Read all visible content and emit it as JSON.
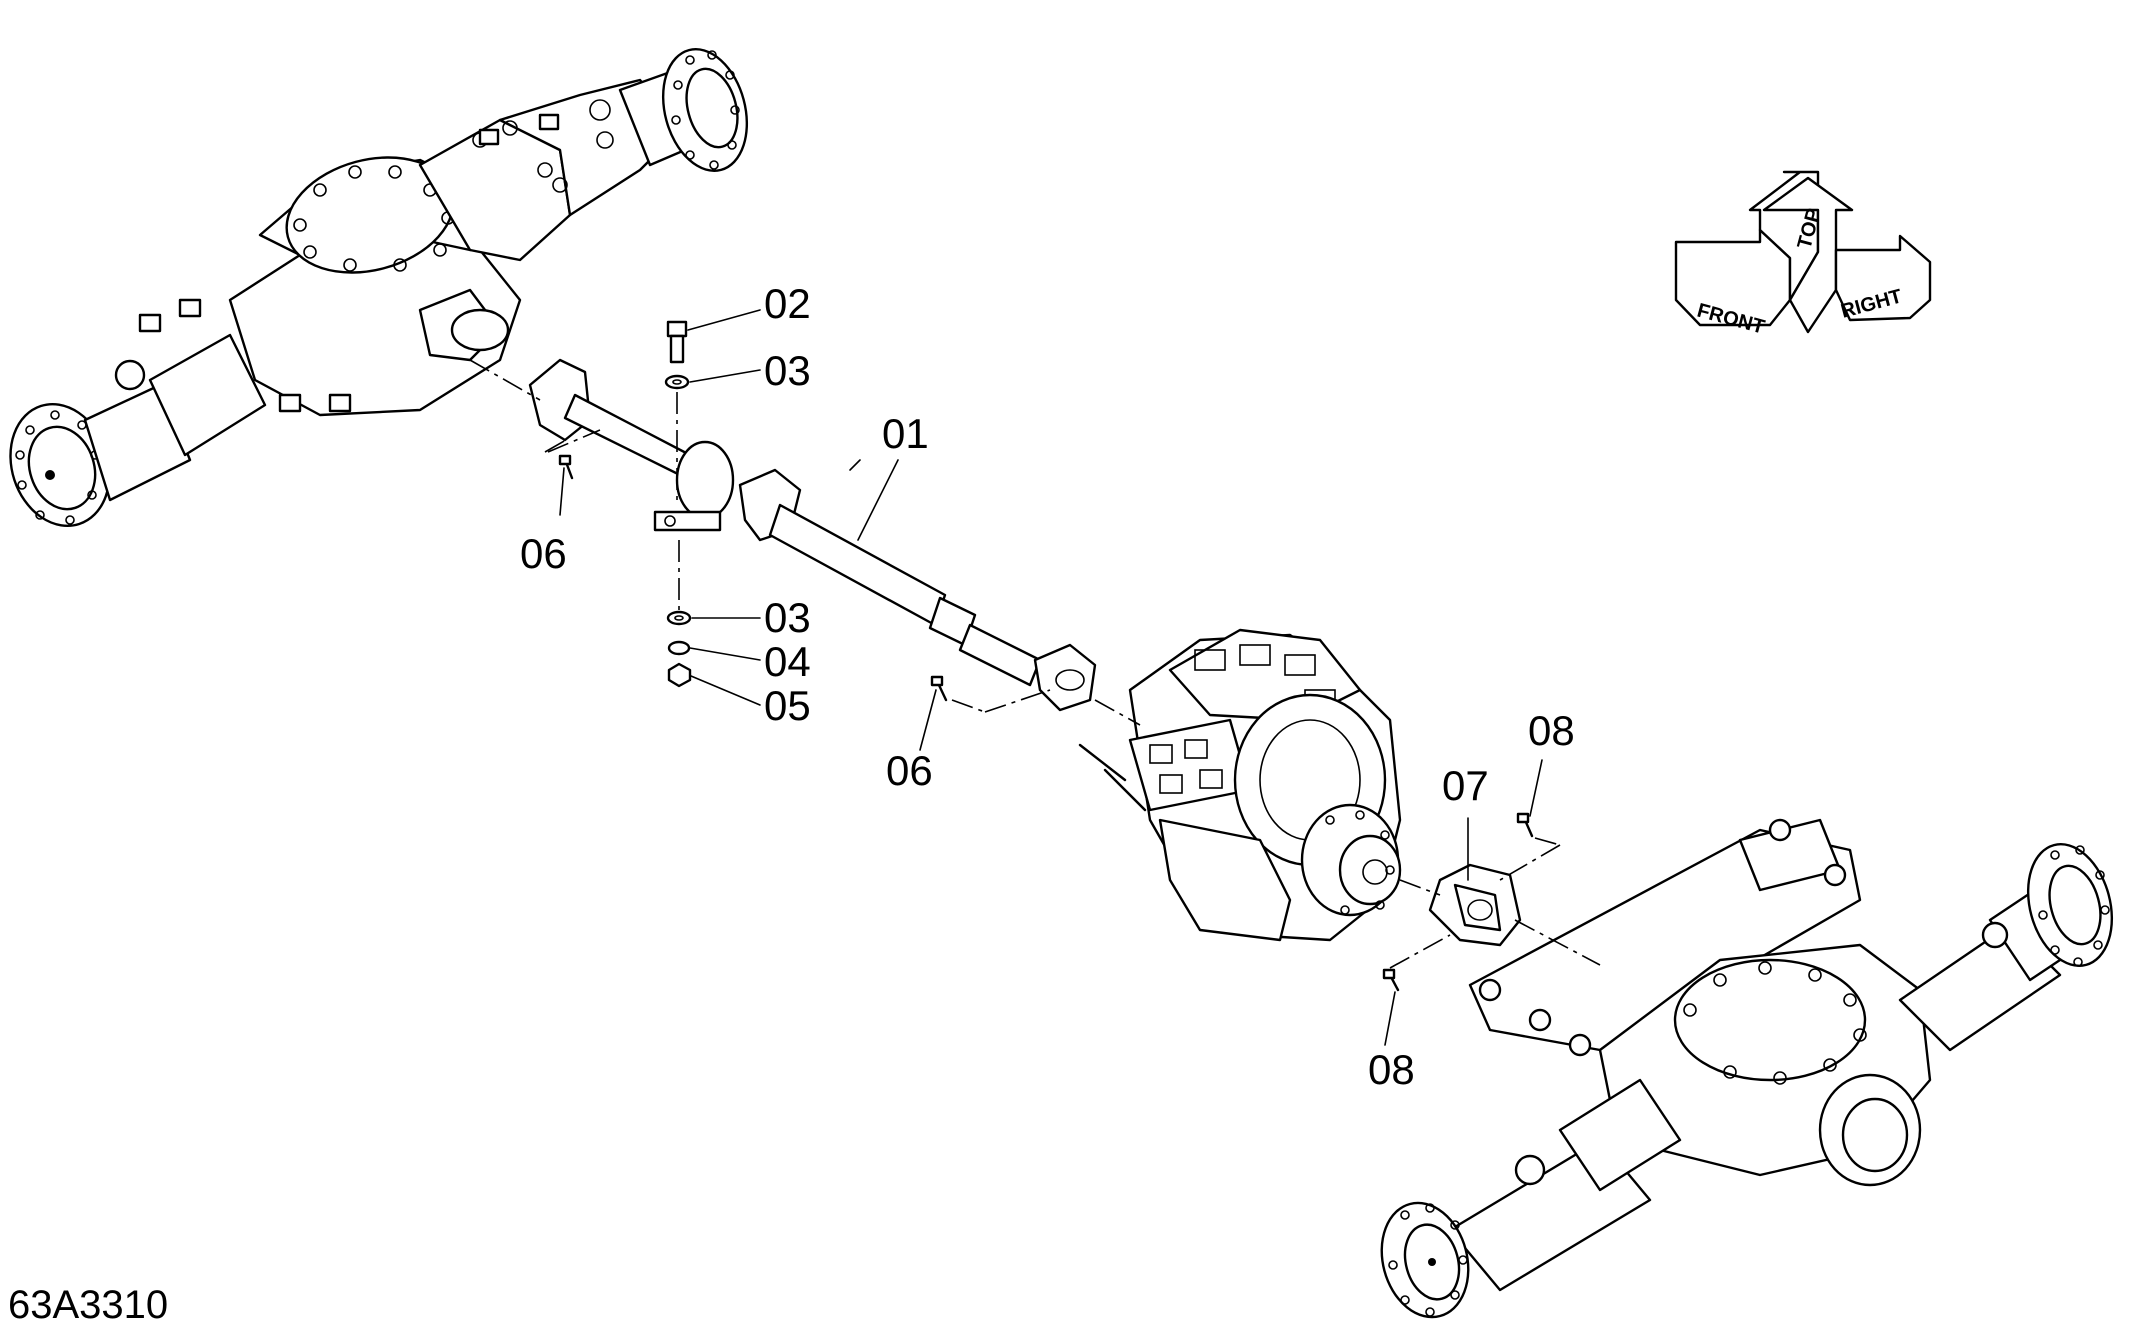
{
  "drawing_number": "63A3310",
  "orientation_indicator": {
    "front": "FRONT",
    "top": "TOP",
    "right": "RIGHT"
  },
  "callouts": {
    "c01": "01",
    "c02": "02",
    "c03a": "03",
    "c03b": "03",
    "c04": "04",
    "c05": "05",
    "c06a": "06",
    "c06b": "06",
    "c07": "07",
    "c08a": "08",
    "c08b": "08"
  }
}
